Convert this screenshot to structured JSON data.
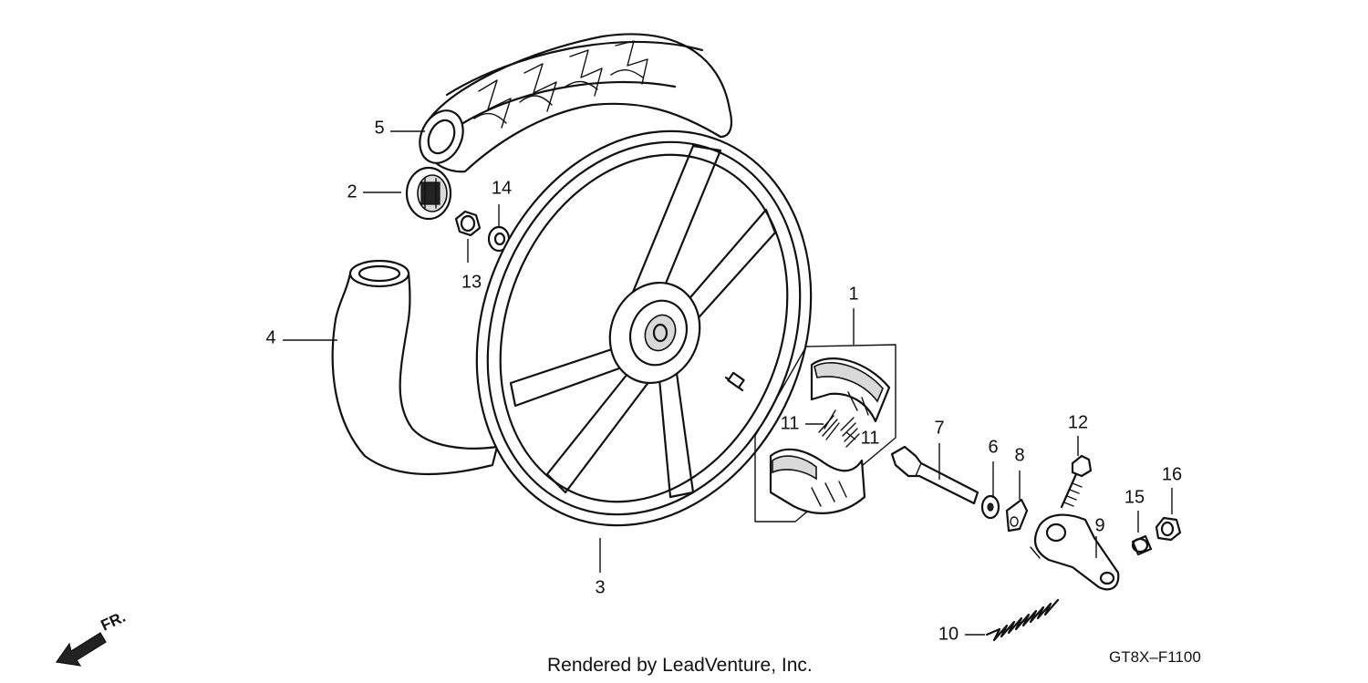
{
  "callouts": [
    {
      "id": "1",
      "label": "1"
    },
    {
      "id": "2",
      "label": "2"
    },
    {
      "id": "3",
      "label": "3"
    },
    {
      "id": "4",
      "label": "4"
    },
    {
      "id": "5",
      "label": "5"
    },
    {
      "id": "6",
      "label": "6"
    },
    {
      "id": "7",
      "label": "7"
    },
    {
      "id": "8",
      "label": "8"
    },
    {
      "id": "9",
      "label": "9"
    },
    {
      "id": "10",
      "label": "10"
    },
    {
      "id": "11a",
      "label": "11"
    },
    {
      "id": "11b",
      "label": "11"
    },
    {
      "id": "12",
      "label": "12"
    },
    {
      "id": "13",
      "label": "13"
    },
    {
      "id": "14",
      "label": "14"
    },
    {
      "id": "15",
      "label": "15"
    },
    {
      "id": "16",
      "label": "16"
    }
  ],
  "direction_label": "FR.",
  "footer_text": "Rendered by LeadVenture, Inc.",
  "diagram_code": "GT8X–F1100"
}
